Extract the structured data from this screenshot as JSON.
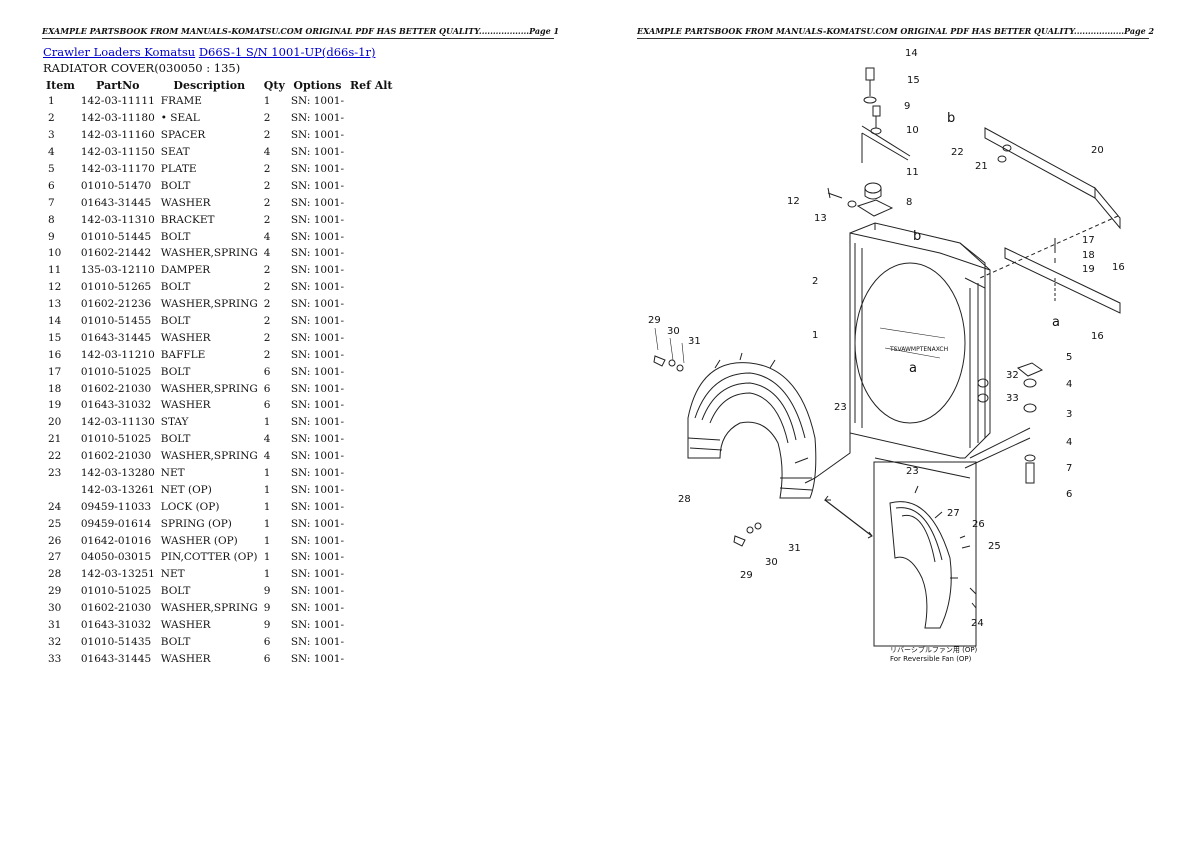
{
  "headers": {
    "page1": "EXAMPLE PARTSBOOK FROM MANUALS-KOMATSU.COM ORIGINAL PDF HAS BETTER QUALITY..................Page 1",
    "page2": "EXAMPLE PARTSBOOK FROM MANUALS-KOMATSU.COM ORIGINAL PDF HAS BETTER QUALITY..................Page 2"
  },
  "breadcrumb": {
    "link1": "Crawler Loaders Komatsu",
    "link2": "D66S-1 S/N 1001-UP(d66s-1r)"
  },
  "section_title": "RADIATOR COVER(030050 : 135)",
  "table": {
    "columns": [
      "Item",
      "PartNo",
      "Description",
      "Qty",
      "Options",
      "Ref Alt"
    ],
    "rows": [
      {
        "item": "1",
        "part": "142-03-11111",
        "desc": "FRAME",
        "qty": "1",
        "opt": "SN: 1001-"
      },
      {
        "item": "2",
        "part": "142-03-11180",
        "desc": "• SEAL",
        "qty": "2",
        "opt": "SN: 1001-"
      },
      {
        "item": "3",
        "part": "142-03-11160",
        "desc": "SPACER",
        "qty": "2",
        "opt": "SN: 1001-"
      },
      {
        "item": "4",
        "part": "142-03-11150",
        "desc": "SEAT",
        "qty": "4",
        "opt": "SN: 1001-"
      },
      {
        "item": "5",
        "part": "142-03-11170",
        "desc": "PLATE",
        "qty": "2",
        "opt": "SN: 1001-"
      },
      {
        "item": "6",
        "part": "01010-51470",
        "desc": "BOLT",
        "qty": "2",
        "opt": "SN: 1001-"
      },
      {
        "item": "7",
        "part": "01643-31445",
        "desc": "WASHER",
        "qty": "2",
        "opt": "SN: 1001-"
      },
      {
        "item": "8",
        "part": "142-03-11310",
        "desc": "BRACKET",
        "qty": "2",
        "opt": "SN: 1001-"
      },
      {
        "item": "9",
        "part": "01010-51445",
        "desc": "BOLT",
        "qty": "4",
        "opt": "SN: 1001-"
      },
      {
        "item": "10",
        "part": "01602-21442",
        "desc": "WASHER,SPRING",
        "qty": "4",
        "opt": "SN: 1001-"
      },
      {
        "item": "11",
        "part": "135-03-12110",
        "desc": "DAMPER",
        "qty": "2",
        "opt": "SN: 1001-"
      },
      {
        "item": "12",
        "part": "01010-51265",
        "desc": "BOLT",
        "qty": "2",
        "opt": "SN: 1001-"
      },
      {
        "item": "13",
        "part": "01602-21236",
        "desc": "WASHER,SPRING",
        "qty": "2",
        "opt": "SN: 1001-"
      },
      {
        "item": "14",
        "part": "01010-51455",
        "desc": "BOLT",
        "qty": "2",
        "opt": "SN: 1001-"
      },
      {
        "item": "15",
        "part": "01643-31445",
        "desc": "WASHER",
        "qty": "2",
        "opt": "SN: 1001-"
      },
      {
        "item": "16",
        "part": "142-03-11210",
        "desc": "BAFFLE",
        "qty": "2",
        "opt": "SN: 1001-"
      },
      {
        "item": "17",
        "part": "01010-51025",
        "desc": "BOLT",
        "qty": "6",
        "opt": "SN: 1001-"
      },
      {
        "item": "18",
        "part": "01602-21030",
        "desc": "WASHER,SPRING",
        "qty": "6",
        "opt": "SN: 1001-"
      },
      {
        "item": "19",
        "part": "01643-31032",
        "desc": "WASHER",
        "qty": "6",
        "opt": "SN: 1001-"
      },
      {
        "item": "20",
        "part": "142-03-11130",
        "desc": "STAY",
        "qty": "1",
        "opt": "SN: 1001-"
      },
      {
        "item": "21",
        "part": "01010-51025",
        "desc": "BOLT",
        "qty": "4",
        "opt": "SN: 1001-"
      },
      {
        "item": "22",
        "part": "01602-21030",
        "desc": "WASHER,SPRING",
        "qty": "4",
        "opt": "SN: 1001-"
      },
      {
        "item": "23",
        "part": "142-03-13280",
        "desc": "NET",
        "qty": "1",
        "opt": "SN: 1001-"
      },
      {
        "item": "",
        "part": "142-03-13261",
        "desc": "NET (OP)",
        "qty": "1",
        "opt": "SN: 1001-"
      },
      {
        "item": "24",
        "part": "09459-11033",
        "desc": "LOCK (OP)",
        "qty": "1",
        "opt": "SN: 1001-"
      },
      {
        "item": "25",
        "part": "09459-01614",
        "desc": "SPRING (OP)",
        "qty": "1",
        "opt": "SN: 1001-"
      },
      {
        "item": "26",
        "part": "01642-01016",
        "desc": "WASHER (OP)",
        "qty": "1",
        "opt": "SN: 1001-"
      },
      {
        "item": "27",
        "part": "04050-03015",
        "desc": "PIN,COTTER (OP)",
        "qty": "1",
        "opt": "SN: 1001-"
      },
      {
        "item": "28",
        "part": "142-03-13251",
        "desc": "NET",
        "qty": "1",
        "opt": "SN: 1001-"
      },
      {
        "item": "29",
        "part": "01010-51025",
        "desc": "BOLT",
        "qty": "9",
        "opt": "SN: 1001-"
      },
      {
        "item": "30",
        "part": "01602-21030",
        "desc": "WASHER,SPRING",
        "qty": "9",
        "opt": "SN: 1001-"
      },
      {
        "item": "31",
        "part": "01643-31032",
        "desc": "WASHER",
        "qty": "9",
        "opt": "SN: 1001-"
      },
      {
        "item": "32",
        "part": "01010-51435",
        "desc": "BOLT",
        "qty": "6",
        "opt": "SN: 1001-"
      },
      {
        "item": "33",
        "part": "01643-31445",
        "desc": "WASHER",
        "qty": "6",
        "opt": "SN: 1001-"
      }
    ]
  },
  "diagram": {
    "callouts": [
      "14",
      "15",
      "9",
      "10",
      "11",
      "8",
      "12",
      "13",
      "b",
      "22",
      "21",
      "20",
      "17",
      "18",
      "19",
      "16",
      "a",
      "16",
      "2",
      "1",
      "a",
      "29",
      "30",
      "31",
      "23",
      "28",
      "5",
      "32",
      "4",
      "33",
      "3",
      "4",
      "7",
      "6",
      "b",
      "23",
      "27",
      "26",
      "25",
      "24",
      "31",
      "30",
      "29"
    ],
    "stamp": "TSVAWMPTENAXCH",
    "inset_caption_jp": "リバーシブルファン用 (OP)",
    "inset_caption_en": "For Reversible Fan (OP)"
  }
}
